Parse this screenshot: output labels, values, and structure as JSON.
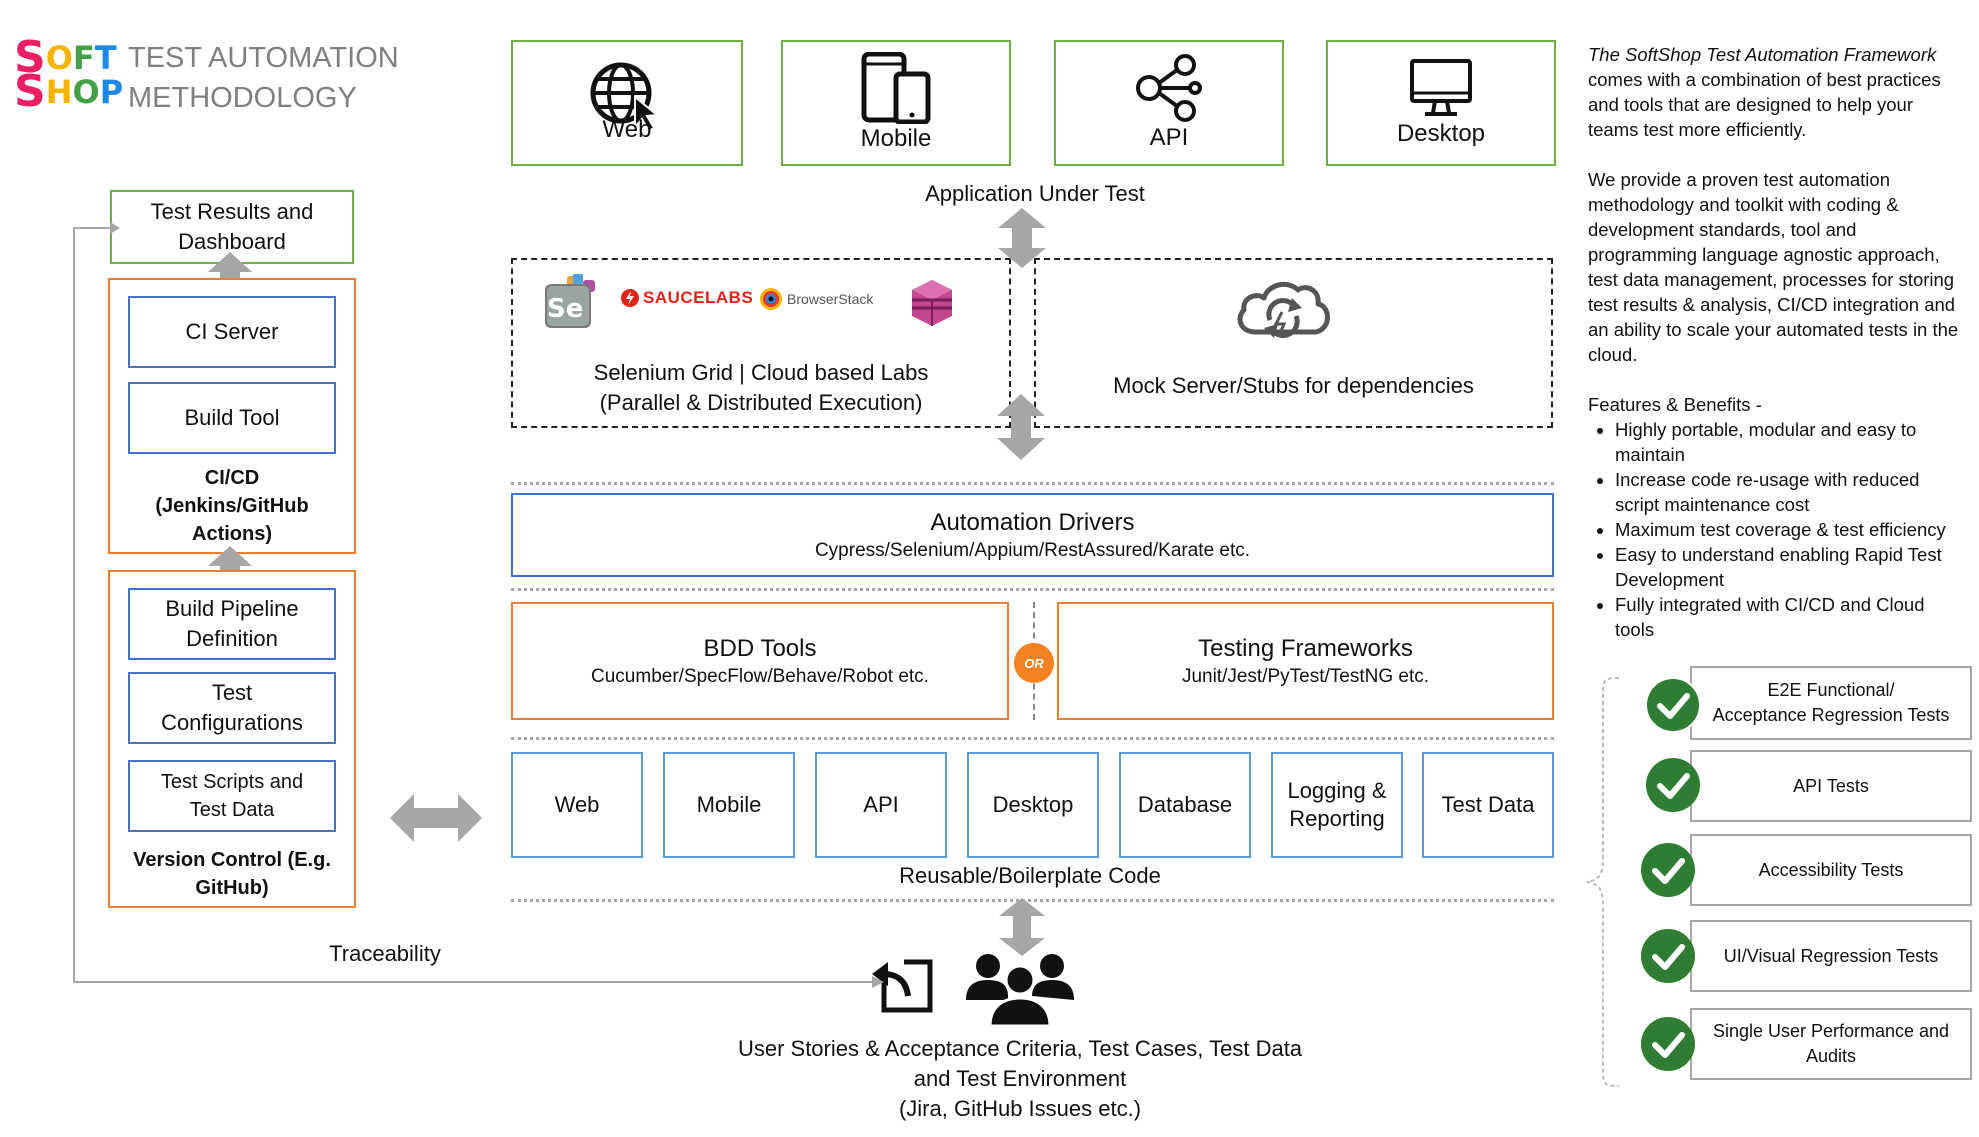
{
  "logo": {
    "row1": [
      "S",
      "O",
      "F",
      "T"
    ],
    "row2": [
      "S",
      "H",
      "O",
      "P"
    ],
    "colors": {
      "magenta": "#e91e63",
      "yellow": "#f4b400",
      "green": "#43a047",
      "blue": "#1e88e5"
    }
  },
  "title": {
    "line1": "TEST AUTOMATION",
    "line2": "METHODOLOGY"
  },
  "aut": {
    "tiles": [
      {
        "label": "Web",
        "icon": "globe-cursor-icon"
      },
      {
        "label": "Mobile",
        "icon": "mobile-tablet-icon"
      },
      {
        "label": "API",
        "icon": "share-nodes-icon"
      },
      {
        "label": "Desktop",
        "icon": "monitor-icon"
      }
    ],
    "caption": "Application Under Test"
  },
  "grid": {
    "logos": {
      "saucelabs": "SAUCELABS",
      "browserstack": "BrowserStack",
      "selenium": "Se"
    },
    "line1": "Selenium Grid |  Cloud based Labs",
    "line2": "(Parallel & Distributed Execution)"
  },
  "mock": {
    "label": "Mock Server/Stubs for dependencies"
  },
  "drivers": {
    "title": "Automation Drivers",
    "subtitle": "Cypress/Selenium/Appium/RestAssured/Karate etc."
  },
  "bdd": {
    "title": "BDD Tools",
    "subtitle": "Cucumber/SpecFlow/Behave/Robot etc."
  },
  "or_badge": "OR",
  "frameworks": {
    "title": "Testing Frameworks",
    "subtitle": "Junit/Jest/PyTest/TestNG etc."
  },
  "reusable": {
    "boxes": [
      {
        "label": "Web"
      },
      {
        "label": "Mobile"
      },
      {
        "label": "API"
      },
      {
        "label": "Desktop"
      },
      {
        "label": "Database"
      },
      {
        "label": "Logging &\nReporting"
      },
      {
        "label": "Test Data"
      }
    ],
    "caption": "Reusable/Boilerplate Code"
  },
  "stories": {
    "line1": "User Stories & Acceptance Criteria, Test Cases, Test Data",
    "line2": "and Test Environment",
    "line3": "(Jira, GitHub Issues etc.)"
  },
  "cicd": {
    "results": "Test Results and\nDashboard",
    "ci_server": "CI Server",
    "build_tool": "Build Tool",
    "label": "CI/CD\n(Jenkins/GitHub\nActions)"
  },
  "vcs": {
    "pipeline": "Build  Pipeline\nDefinition",
    "configs": "Test\nConfigurations",
    "scripts": "Test Scripts and\nTest Data",
    "label": "Version Control (E.g.\nGitHub)"
  },
  "traceability": "Traceability",
  "description": {
    "intro_italic": "The SoftShop Test Automation Framework",
    "intro_rest": "comes with a combination of  best practices and tools that are designed to help your teams test more efficiently.",
    "para2": "We provide a proven test automation methodology and toolkit with coding & development standards, tool and programming language agnostic approach, test data management, processes for storing test results & analysis, CI/CD integration and an ability to scale your automated tests in the cloud.",
    "features_title": "Features & Benefits -",
    "features": [
      "Highly portable, modular and easy to maintain",
      "Increase code re-usage with reduced script maintenance cost",
      "Maximum test coverage & test efficiency",
      "Easy to understand enabling Rapid Test Development",
      "Fully integrated with CI/CD and Cloud tools"
    ]
  },
  "test_types": [
    "E2E Functional/\nAcceptance Regression Tests",
    "API Tests",
    "Accessibility Tests",
    "UI/Visual Regression Tests",
    "Single User Performance and\nAudits"
  ],
  "colors": {
    "green": "#70ad47",
    "blue": "#4472c4",
    "orange": "#ed7d31",
    "grey": "#a6a6a6",
    "check": "#2e7d32"
  }
}
